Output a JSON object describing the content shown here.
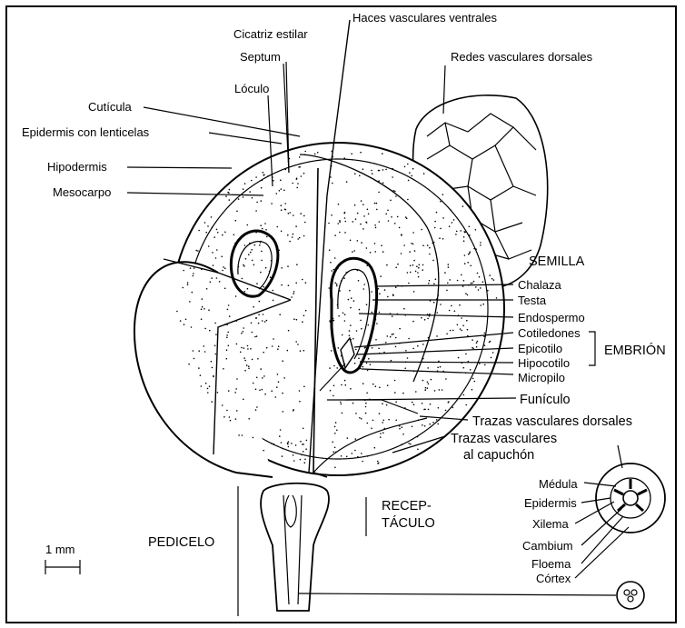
{
  "figure": {
    "labels": {
      "haces_vasculares_ventrales": "Haces vasculares ventrales",
      "cicatriz_estilar": "Cicatriz estilar",
      "septum": "Septum",
      "loculo": "Lóculo",
      "cuticula": "Cutícula",
      "epidermis_lenticelas": "Epidermis con lenticelas",
      "hipodermis": "Hipodermis",
      "mesocarpo": "Mesocarpo",
      "redes_vasculares_dorsales": "Redes vasculares dorsales",
      "semilla": "SEMILLA",
      "chalaza": "Chalaza",
      "testa": "Testa",
      "endospermo": "Endospermo",
      "cotiledones": "Cotiledones",
      "epicotilo": "Epicotilo",
      "hipocotilo": "Hipocotilo",
      "micropilo": "Micropilo",
      "embrion": "EMBRIÓN",
      "funiculo": "Funículo",
      "trazas_dorsales": "Trazas vasculares dorsales",
      "trazas_capuchon_1": "Trazas vasculares",
      "trazas_capuchon_2": "al capuchón",
      "medula": "Médula",
      "epidermis": "Epidermis",
      "xilema": "Xilema",
      "cambium": "Cambium",
      "floema": "Floema",
      "cortex": "Córtex",
      "receptaculo_1": "RECEP-",
      "receptaculo_2": "TÁCULO",
      "pedicelo": "PEDICELO",
      "scale": "1 mm"
    }
  }
}
